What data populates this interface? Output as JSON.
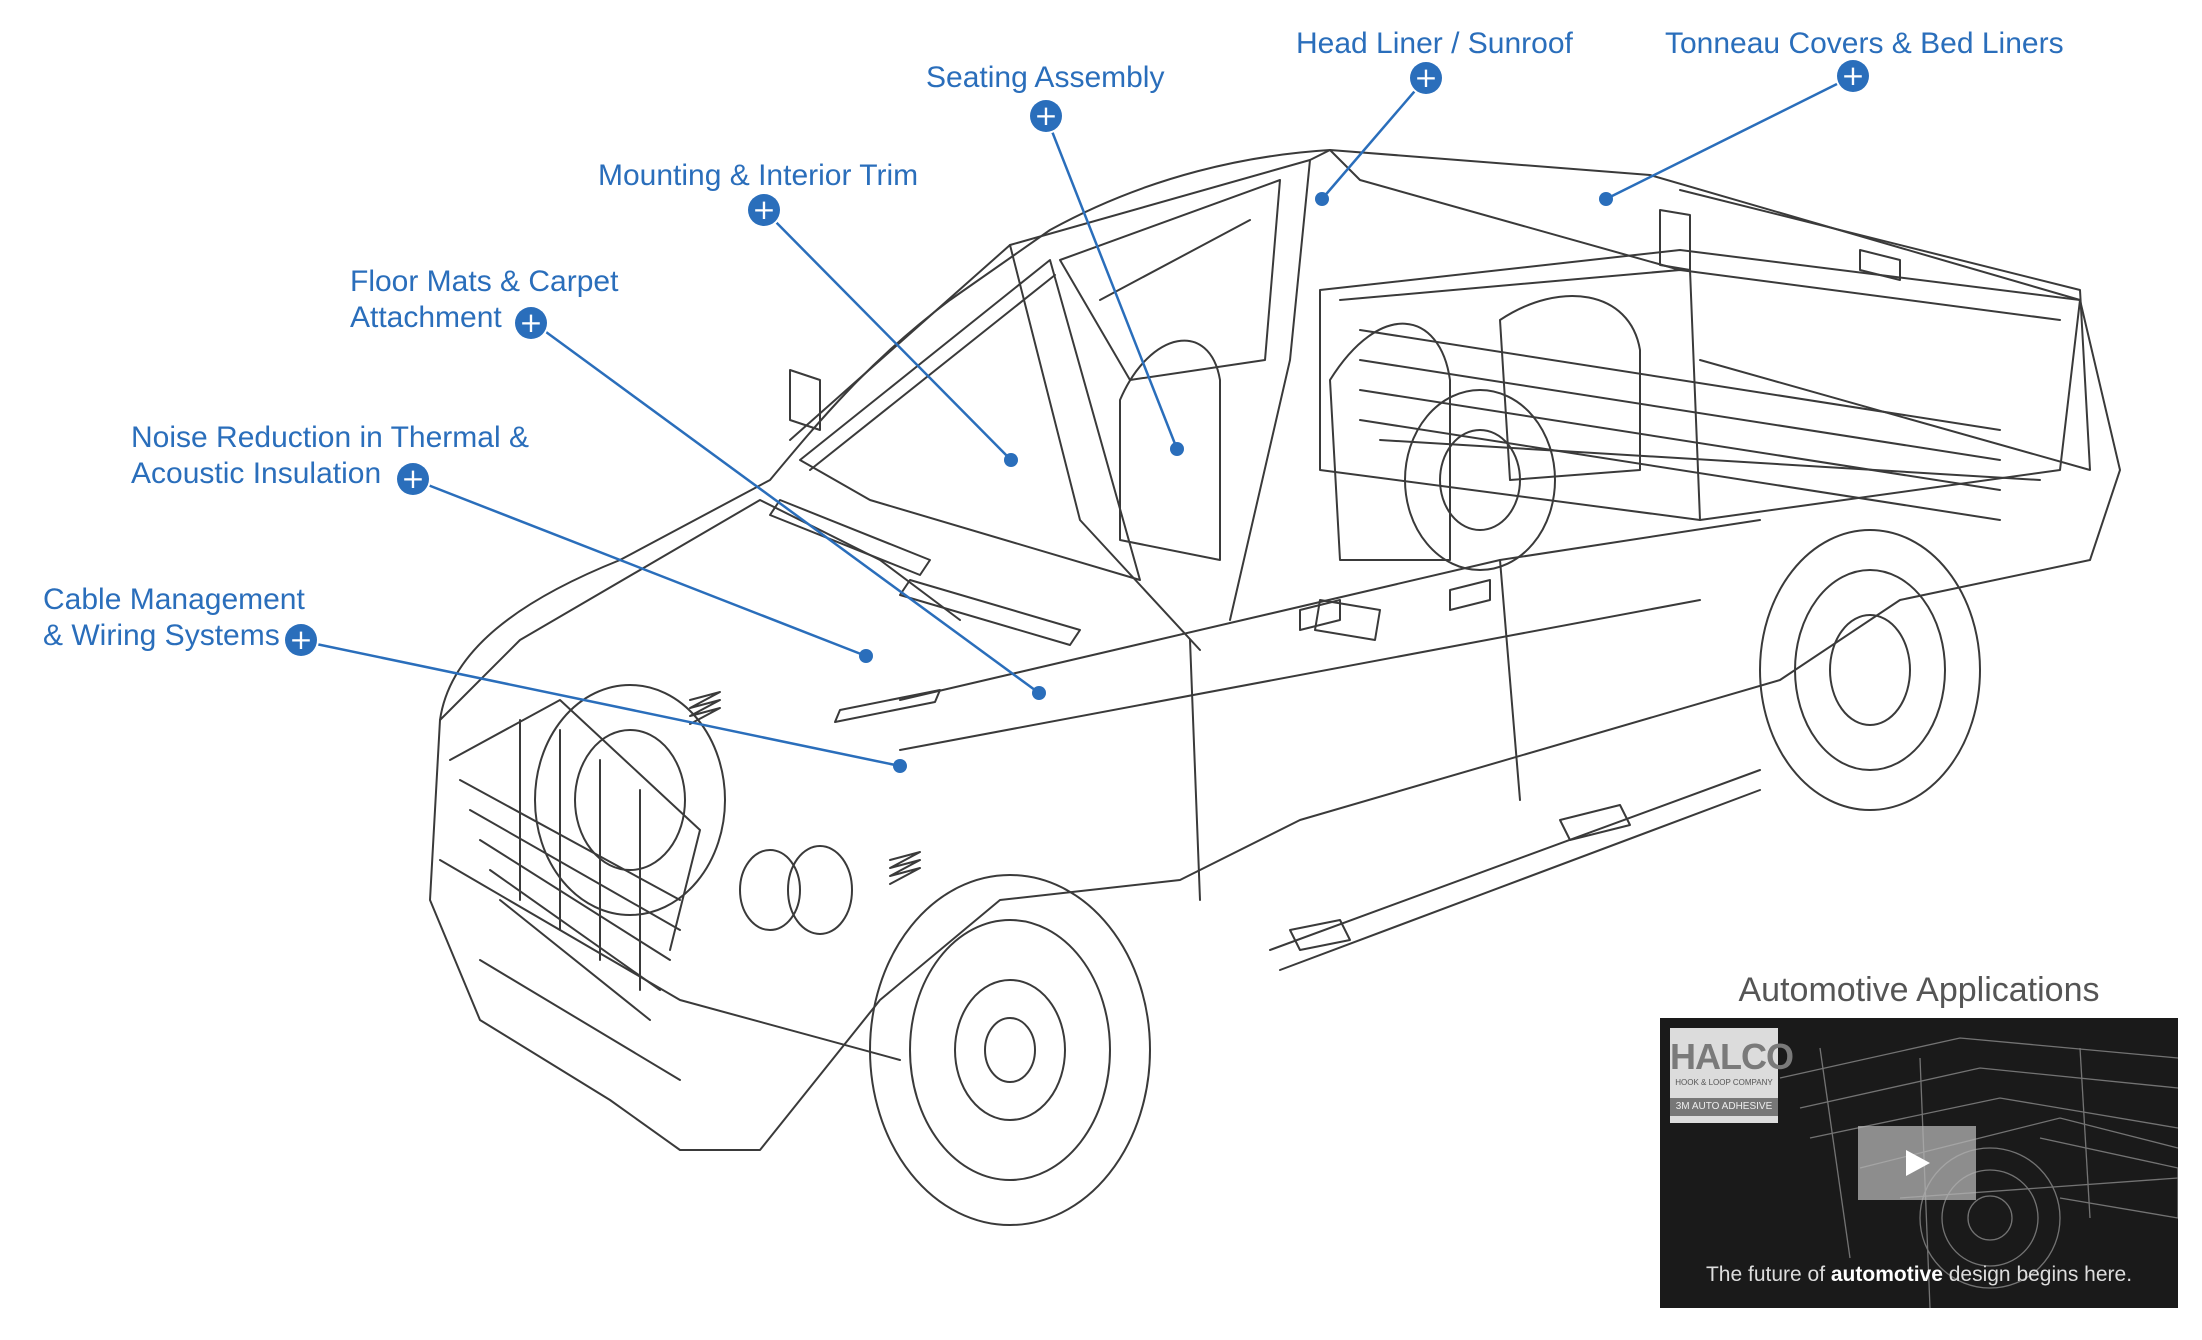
{
  "hotspots": [
    {
      "id": "cable-management",
      "label_line1": "Cable Management",
      "label_line2": "& Wiring Systems"
    },
    {
      "id": "noise-reduction",
      "label_line1": "Noise Reduction in Thermal &",
      "label_line2": "Acoustic Insulation"
    },
    {
      "id": "floor-mats",
      "label_line1": "Floor Mats & Carpet",
      "label_line2": "Attachment"
    },
    {
      "id": "mounting-trim",
      "label_line1": "Mounting & Interior Trim",
      "label_line2": ""
    },
    {
      "id": "seating-assembly",
      "label_line1": "Seating Assembly",
      "label_line2": ""
    },
    {
      "id": "head-liner",
      "label_line1": "Head Liner / Sunroof",
      "label_line2": ""
    },
    {
      "id": "tonneau-covers",
      "label_line1": "Tonneau Covers & Bed Liners",
      "label_line2": ""
    }
  ],
  "plus_glyph": "+",
  "colors": {
    "accent": "#2a6ebb",
    "drawing_line": "#3a3a3a"
  },
  "video": {
    "title": "Automotive Applications",
    "brand_logo": "HALCO",
    "brand_tagline": "HOOK & LOOP COMPANY",
    "brand_strip": "3M AUTO ADHESIVE",
    "caption_before": "The future of ",
    "caption_bold": "automotive",
    "caption_after": " design begins here.",
    "play_icon": "play-icon"
  }
}
